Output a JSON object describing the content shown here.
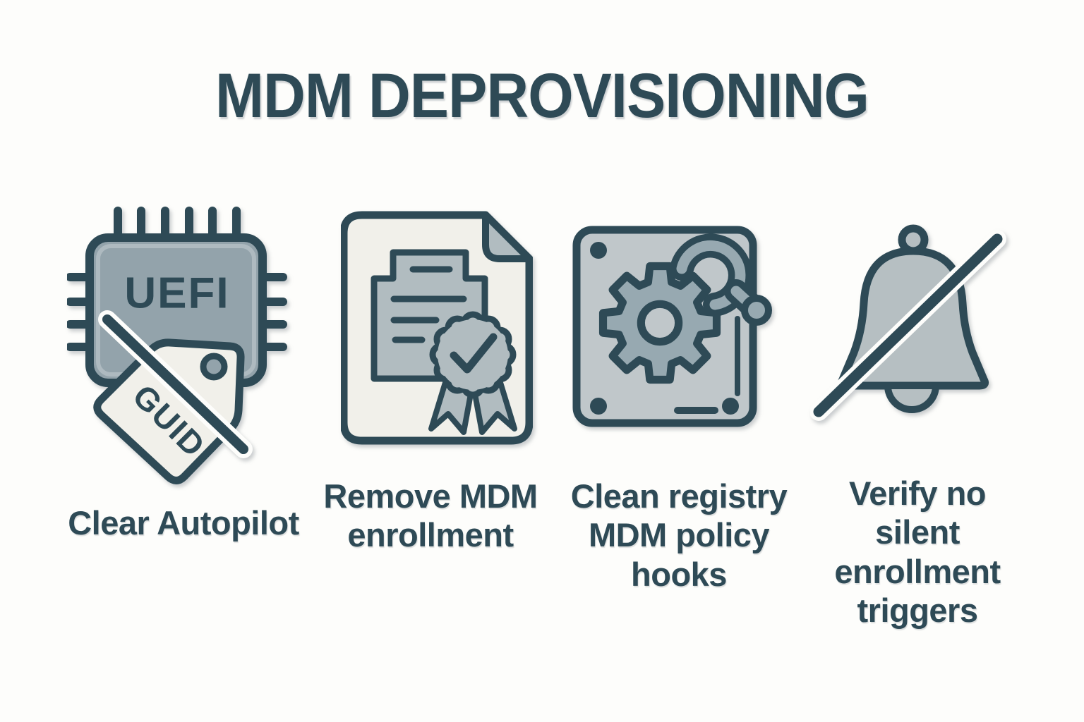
{
  "title": "MDM DEPROVISIONING",
  "colors": {
    "bg": "#fdfdfb",
    "ink": "#2e4a56",
    "chip": "#93a3ab",
    "paper": "#f1f0ea",
    "muted": "#b1bcc0",
    "plate": "#c0c7ca",
    "gear": "#97a9b1",
    "bell": "#b6bfc2"
  },
  "steps": [
    {
      "icon": "uefi-chip-guid-tag-strikethrough",
      "chip_text": "UEFI",
      "tag_text": "GUID",
      "label": "Clear Autopilot"
    },
    {
      "icon": "certificate-document",
      "label": "Remove MDM\nenrollment"
    },
    {
      "icon": "gear-wrench-panel",
      "label": "Clean registry\nMDM policy\nhooks"
    },
    {
      "icon": "bell-slash",
      "label": "Verify no\nsilent\nenrollment\ntriggers"
    }
  ]
}
